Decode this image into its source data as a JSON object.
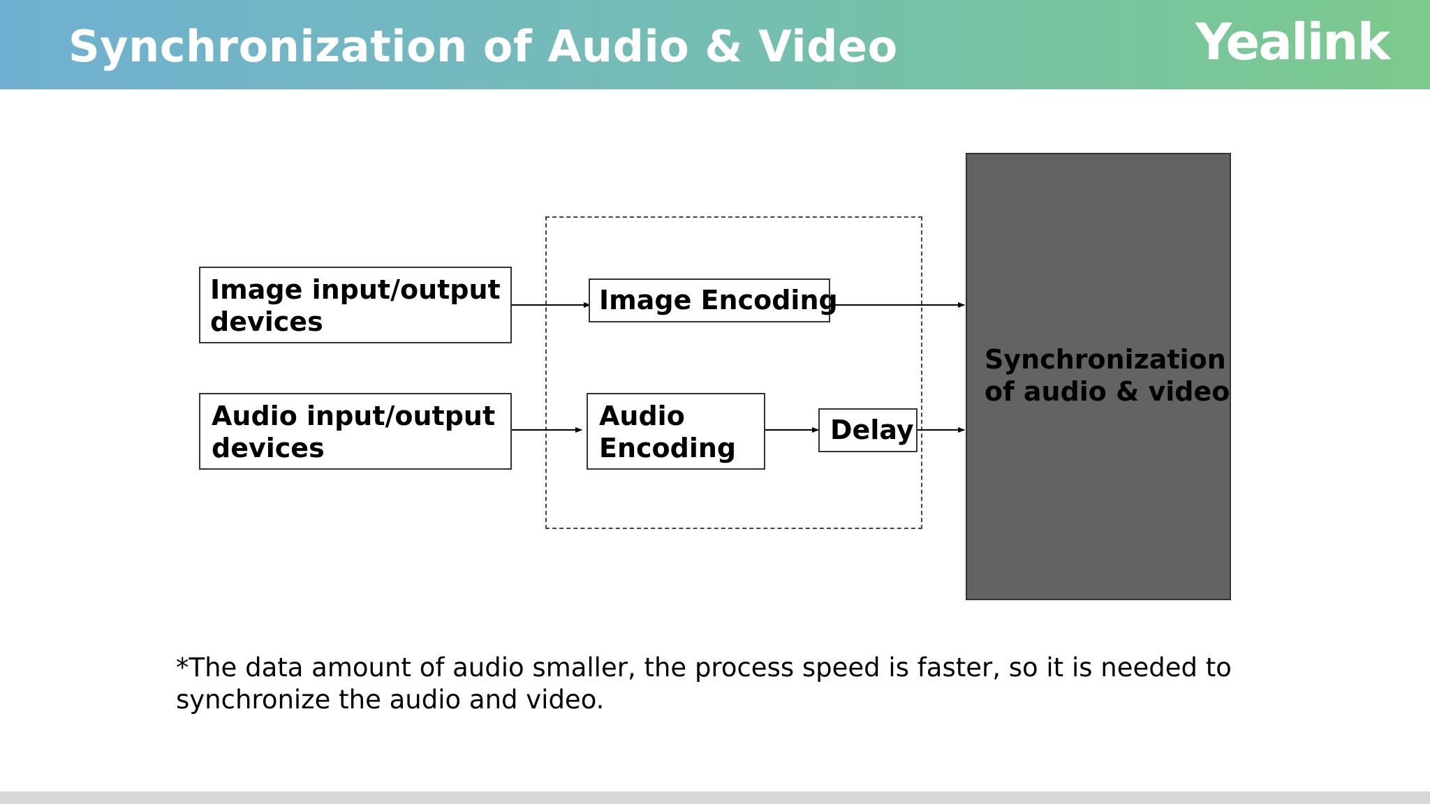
{
  "header": {
    "title": "Synchronization of Audio & Video",
    "logo_text": "Yealink",
    "gradient_colors": [
      "#6fb0d2",
      "#7cca8c"
    ]
  },
  "diagram": {
    "image_io_box": {
      "line1": "Image input/output",
      "line2": "devices"
    },
    "audio_io_box": {
      "line1": "Audio input/output",
      "line2": "devices"
    },
    "image_encoding_box": {
      "label": "Image Encoding"
    },
    "audio_encoding_box": {
      "line1": "Audio",
      "line2": "Encoding"
    },
    "delay_box": {
      "label": "Delay"
    },
    "sync_box": {
      "line1": "Synchronization",
      "line2": "of audio & video",
      "fill_color": "#646265"
    }
  },
  "footnote": {
    "line1": "*The data amount of audio smaller, the process speed is faster, so it is needed to",
    "line2": "synchronize the audio and video."
  }
}
